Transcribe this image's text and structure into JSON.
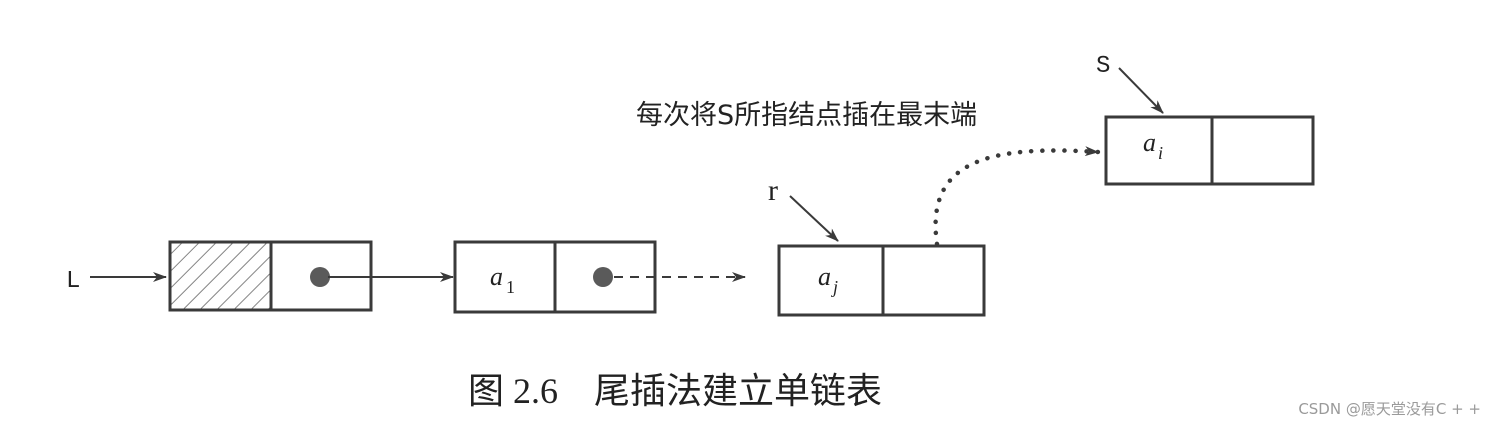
{
  "diagram": {
    "caption": "图 2.6　尾插法建立单链表",
    "annotation": "每次将S所指结点插在最末端",
    "pointer_L": "L",
    "pointer_r": "r",
    "pointer_s": "S",
    "node1_data": "a",
    "node1_sub": "1",
    "node_r_data": "a",
    "node_r_sub": "j",
    "node_s_data": "a",
    "node_s_sub": "i"
  },
  "watermark": "CSDN @愿天堂没有C + +",
  "colors": {
    "stroke": "#3a3a3a",
    "text": "#222222",
    "hatch": "#555555",
    "dot": "#5a5a5a"
  }
}
